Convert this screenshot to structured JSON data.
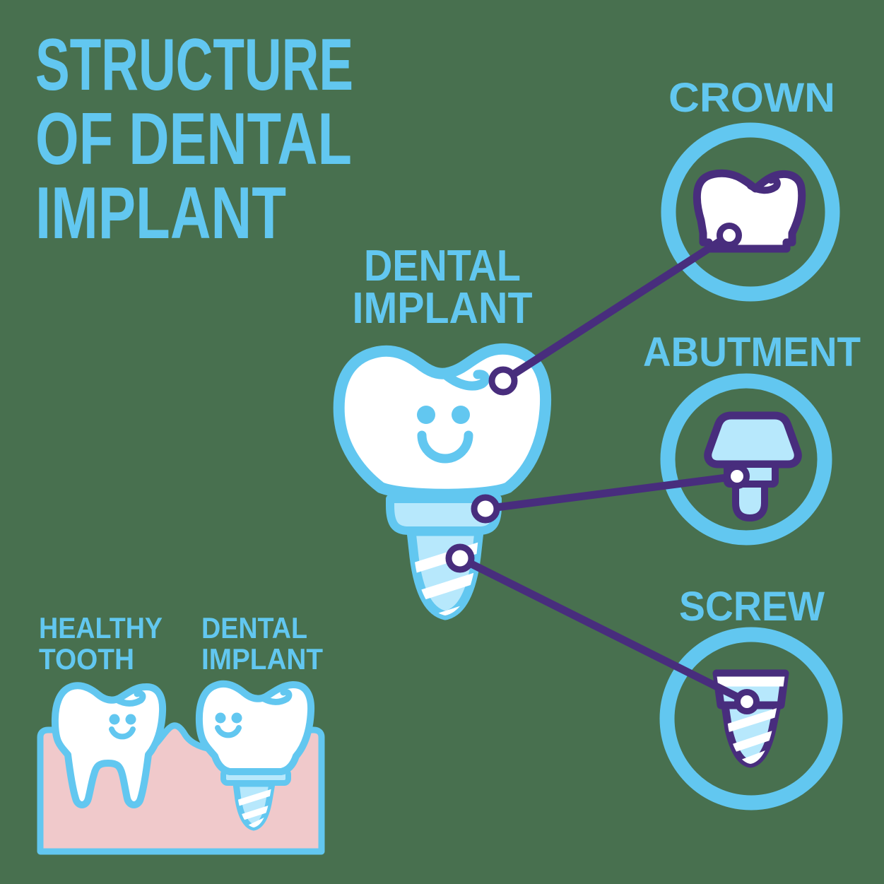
{
  "palette": {
    "background": "#48704F",
    "light_blue": "#62C7F0",
    "pale_blue": "#B7E8FC",
    "purple": "#482D7D",
    "pink": "#F0C9CB",
    "white": "#FFFFFF"
  },
  "title": {
    "lines": [
      "STRUCTURE",
      "OF DENTAL",
      "IMPLANT"
    ]
  },
  "main_diagram": {
    "label_lines": [
      "DENTAL",
      "IMPLANT"
    ],
    "callouts": [
      {
        "id": "crown",
        "label": "CROWN"
      },
      {
        "id": "abutment",
        "label": "ABUTMENT"
      },
      {
        "id": "screw",
        "label": "SCREW"
      }
    ]
  },
  "comparison": {
    "left_label_lines": [
      "HEALTHY",
      "TOOTH"
    ],
    "right_label_lines": [
      "DENTAL",
      "IMPLANT"
    ]
  },
  "icons": {
    "crown": "tooth-crown-icon",
    "abutment": "abutment-post-icon",
    "screw": "implant-screw-icon",
    "main": "smiling-tooth-implant-icon",
    "healthy_tooth": "smiling-tooth-with-roots-icon",
    "dental_implant": "smiling-implant-tooth-icon"
  }
}
